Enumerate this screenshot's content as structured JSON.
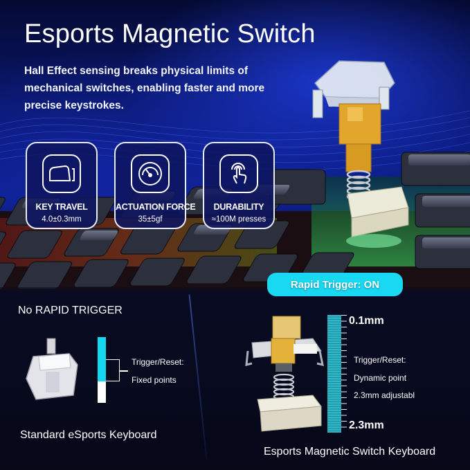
{
  "header": {
    "title": "Esports Magnetic Switch",
    "subtitle": "Hall Effect sensing breaks physical limits of mechanical switches, enabling faster and more precise keystrokes."
  },
  "specs": [
    {
      "icon": "keycap-travel-icon",
      "label": "KEY TRAVEL",
      "value": "4.0±0.3mm"
    },
    {
      "icon": "gauge-icon",
      "label": "ACTUATION FORCE",
      "value": "35±5gf"
    },
    {
      "icon": "finger-tap-icon",
      "label": "DURABILITY",
      "value": "≈100M presses"
    }
  ],
  "comparison": {
    "left": {
      "heading": "No RAPID TRIGGER",
      "note_line1": "Trigger/Reset:",
      "note_line2": "Fixed points",
      "caption": "Standard eSports Keyboard"
    },
    "right": {
      "badge": "Rapid Trigger: ON",
      "ruler_top": "0.1mm",
      "ruler_bottom": "2.3mm",
      "note_line1": "Trigger/Reset:",
      "note_line2": "Dynamic point",
      "note_line3": "2.3mm adjustabl",
      "caption": "Esports Magnetic Switch Keyboard"
    }
  },
  "colors": {
    "accent_cyan": "#18d8f2",
    "card_bg": "#0e1660",
    "ruler_teal": "#2fb7c8",
    "switch_gold": "#e3b23a"
  }
}
